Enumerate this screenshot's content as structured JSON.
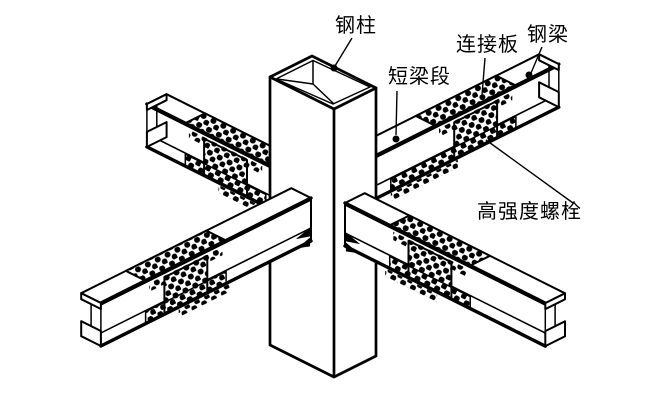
{
  "figure": {
    "background_color": "#ffffff",
    "line_color": "#000000",
    "labels": {
      "steel_column": "钢柱",
      "short_beam_segment": "短梁段",
      "connection_plate": "连接板",
      "steel_beam": "钢梁",
      "high_strength_bolts": "高强度螺栓"
    }
  }
}
